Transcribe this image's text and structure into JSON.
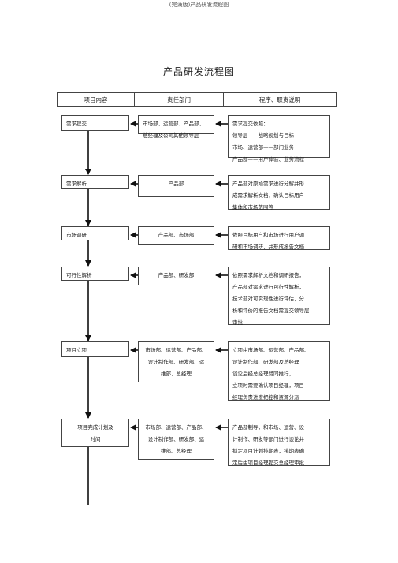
{
  "page_header": "(完满版)产品研发流程图",
  "title": "产品研发流程图",
  "table_header": {
    "col1": "项目内容",
    "col2": "责任部门",
    "col3": "程序、职责说明"
  },
  "steps": [
    {
      "name": [
        "需求提交"
      ],
      "dept": [
        "市场部、运营部、产品部、",
        "总经理及公司其他领导层"
      ],
      "desc": [
        "需求提交依照：",
        "领导层——战略规划与目标",
        "市场、运营部——部门业务",
        "产品部——用户体验、业务流程"
      ]
    },
    {
      "name": [
        "需求解析"
      ],
      "dept": [
        "产品部"
      ],
      "desc": [
        "产品部对原始需求进行分解并形",
        "成需求解析文档，确认目标用户",
        "集体和市场范围等"
      ]
    },
    {
      "name": [
        "市场调研"
      ],
      "dept": [
        "产品部、市场部"
      ],
      "desc": [
        "依照目标用户和市场进行用户调",
        "研和市场调研，并形成报告文档"
      ]
    },
    {
      "name": [
        "可行性解析"
      ],
      "dept": [
        "产品部、研发部"
      ],
      "desc": [
        "依照需求解析文档和调研报告，",
        "产品部对需求进行可行性解析，",
        "技术部对可实现性进行评估，分",
        "析和评价的报告文档需提交领导层",
        "审批"
      ]
    },
    {
      "name": [
        "项目立项"
      ],
      "dept": [
        "市场部、运营部、产品部、",
        "设计制作部、研发部、运",
        "维部、总经理"
      ],
      "desc": [
        "立项由市场部、运营部、产品部、",
        "设计制作部、研发部及总经理",
        "谈论后经总经理赞同推行，",
        "立项时需要确认项目经理，项目",
        "经理负责进度把控和资源分派"
      ]
    },
    {
      "name": [
        "项目完成计划及",
        "时间"
      ],
      "dept": [
        "市场部、运营部、产品部、",
        "设计制作部、研发部、运",
        "维部、总经理"
      ],
      "desc": [
        "产品部制导，和市场、运营、设",
        "计制作、研发等部门进行谈论并",
        "拟定项目计划排期表，排期表确",
        "定后由项目经理提交总经理审批"
      ]
    }
  ]
}
